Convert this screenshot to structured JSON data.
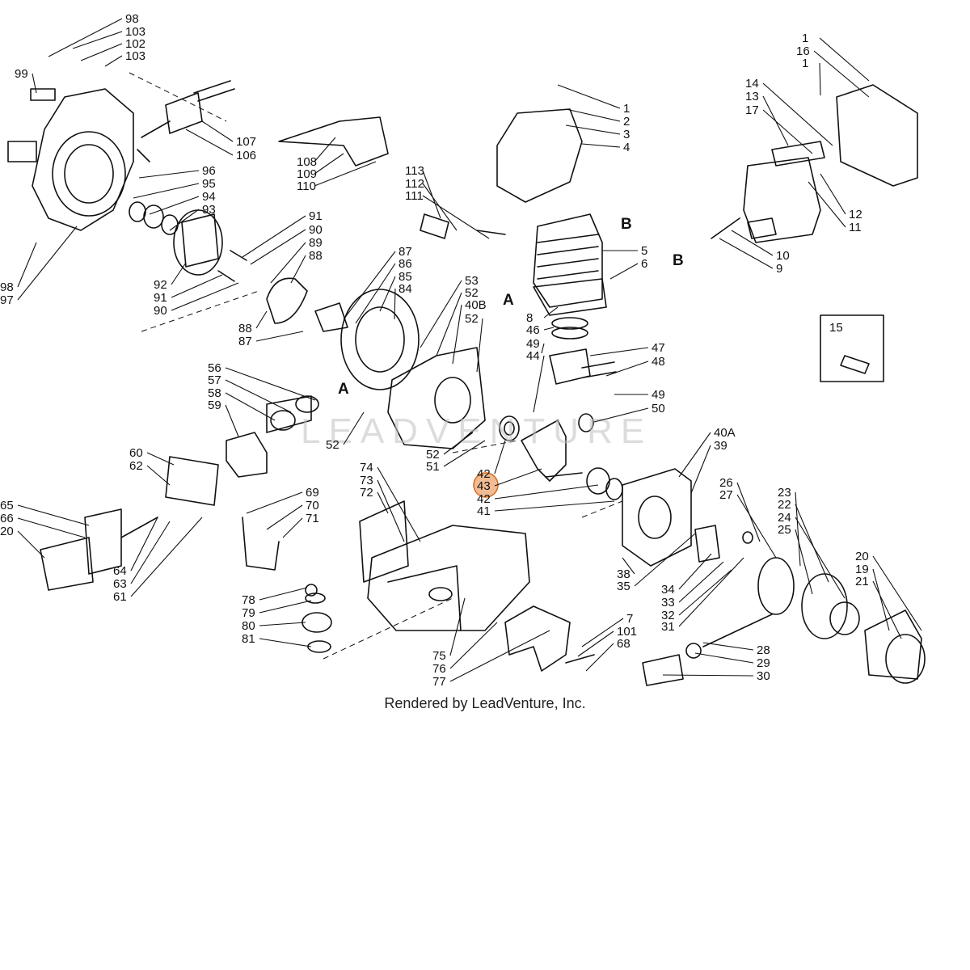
{
  "footer": "Rendered by LeadVenture, Inc.",
  "watermark": "LEADVENTURE",
  "highlight_color": "#e6833a",
  "highlighted_callout": "43",
  "section_letters": [
    "B",
    "B",
    "A",
    "A"
  ],
  "inset_label": "15",
  "callouts": [
    "98",
    "103",
    "102",
    "103",
    "99",
    "107",
    "106",
    "96",
    "95",
    "94",
    "93",
    "91",
    "90",
    "89",
    "88",
    "92",
    "91",
    "90",
    "88",
    "87",
    "87",
    "86",
    "85",
    "84",
    "53",
    "52",
    "40B",
    "52",
    "113",
    "112",
    "111",
    "1",
    "2",
    "3",
    "4",
    "5",
    "6",
    "8",
    "46",
    "49",
    "44",
    "47",
    "48",
    "49",
    "50",
    "1",
    "16",
    "1",
    "14",
    "13",
    "17",
    "12",
    "11",
    "10",
    "9",
    "56",
    "57",
    "58",
    "59",
    "52",
    "52",
    "51",
    "42",
    "43",
    "42",
    "41",
    "40A",
    "39",
    "60",
    "62",
    "65",
    "66",
    "20",
    "64",
    "63",
    "61",
    "69",
    "70",
    "71",
    "74",
    "73",
    "72",
    "78",
    "79",
    "80",
    "81",
    "75",
    "76",
    "77",
    "7",
    "101",
    "68",
    "38",
    "35",
    "34",
    "33",
    "32",
    "31",
    "26",
    "27",
    "23",
    "22",
    "24",
    "25",
    "20",
    "19",
    "21",
    "28",
    "29",
    "30",
    "98",
    "97",
    "108",
    "109",
    "110"
  ]
}
